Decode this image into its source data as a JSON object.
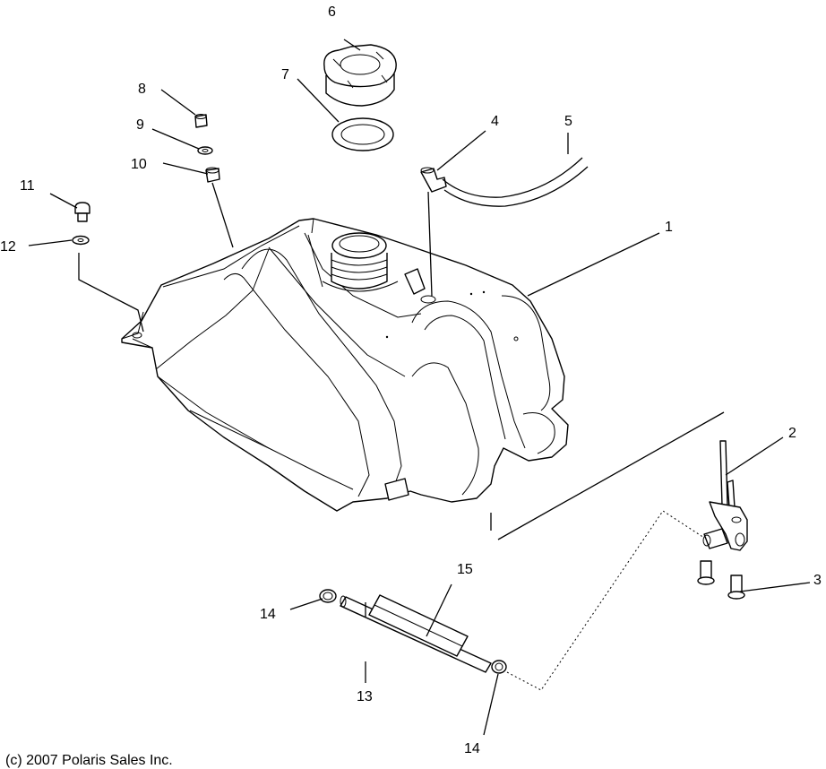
{
  "callouts": {
    "c1": "1",
    "c2": "2",
    "c3": "3",
    "c4": "4",
    "c5": "5",
    "c6": "6",
    "c7": "7",
    "c8": "8",
    "c9": "9",
    "c10": "10",
    "c11": "11",
    "c12": "12",
    "c13": "13",
    "c14a": "14",
    "c14b": "14",
    "c15": "15"
  },
  "copyright": "(c) 2007 Polaris Sales Inc."
}
